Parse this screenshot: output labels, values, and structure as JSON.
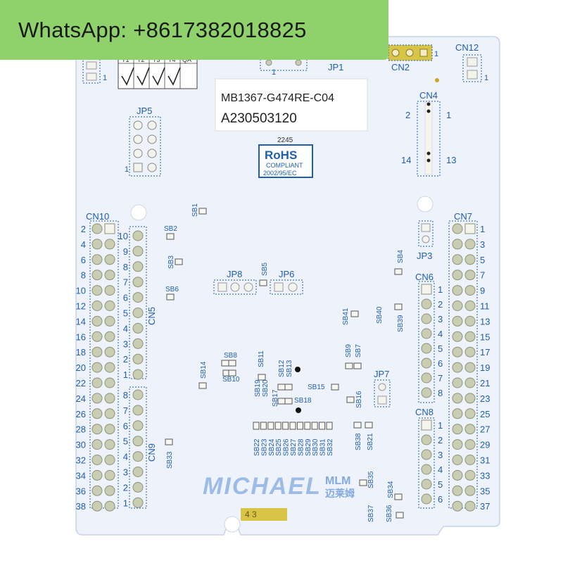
{
  "banner": {
    "text": "WhatsApp: +8617382018825"
  },
  "colors": {
    "board": "#eef2fb",
    "silk": "#1f5fae",
    "pin": "#c9ceb2",
    "header": "#f3f4ec",
    "gold": "#d8c446",
    "banner": "#8fd16b"
  },
  "label_box": {
    "line1": "MB1367-G474RE-C04",
    "line2": "A230503120"
  },
  "rohs": {
    "top": "2245",
    "title": "RoHS",
    "sub": "COMPLIANT",
    "code": "2002/95/EC"
  },
  "qa_box": {
    "headers": [
      "T1",
      "T2",
      "T3",
      "T4",
      "QA"
    ]
  },
  "gold_strip": {
    "text": "4 3"
  },
  "logo": {
    "main": "MICHAEL",
    "side": "MLM",
    "cjk": "迈莱姆"
  },
  "headers": {
    "CN12": "CN12",
    "JP1": "JP1",
    "CN2": "CN2",
    "CN4": "CN4",
    "JP5": "JP5",
    "CN10": "CN10",
    "CN7": "CN7",
    "CN5": "CN5",
    "CN9": "CN9",
    "CN6": "CN6",
    "CN8": "CN8",
    "JP3": "JP3",
    "JP7": "JP7",
    "JP8": "JP8",
    "JP6": "JP6"
  },
  "pin_numbers": {
    "one": "1",
    "cn4_2": "2",
    "cn4_1": "1",
    "cn4_14": "14",
    "cn4_13": "13",
    "cn10_left": [
      "2",
      "4",
      "6",
      "8",
      "10",
      "12",
      "14",
      "16",
      "18",
      "20",
      "22",
      "24",
      "26",
      "28",
      "30",
      "32",
      "34",
      "36",
      "38"
    ],
    "cn7_right": [
      "1",
      "3",
      "5",
      "7",
      "9",
      "11",
      "13",
      "15",
      "17",
      "19",
      "21",
      "23",
      "25",
      "27",
      "29",
      "31",
      "33",
      "35",
      "37"
    ],
    "cn5": [
      "10",
      "9",
      "8",
      "7",
      "6",
      "5",
      "4",
      "3",
      "2",
      "1"
    ],
    "cn9": [
      "8",
      "7",
      "6",
      "5",
      "4",
      "3",
      "2",
      "1"
    ],
    "cn6": [
      "1",
      "2",
      "3",
      "4",
      "5",
      "6",
      "7",
      "8"
    ],
    "cn8": [
      "1",
      "2",
      "3",
      "4",
      "5",
      "6"
    ]
  },
  "solder_bridges": {
    "SB1": "SB1",
    "SB2": "SB2",
    "SB3": "SB3",
    "SB6": "SB6",
    "SB5": "SB5",
    "SB4": "SB4",
    "SB41": "SB41",
    "SB40": "SB40",
    "SB39": "SB39",
    "SB14": "SB14",
    "SB8": "SB8",
    "SB10": "SB10",
    "SB11": "SB11",
    "SB12": "SB12",
    "SB13": "SB13",
    "SB9": "SB9",
    "SB7": "SB7",
    "SB19": "SB19",
    "SB20": "SB20",
    "SB17": "SB17",
    "SB18": "SB18",
    "SB15": "SB15",
    "SB16": "SB16",
    "SB33": "SB33",
    "SB38": "SB38",
    "SB21": "SB21",
    "SB35": "SB35",
    "SB37": "SB37",
    "SB36": "SB36",
    "SB34": "SB34",
    "bottom_row": [
      "SB22",
      "SB23",
      "SB24",
      "SB25",
      "SB26",
      "SB27",
      "SB28",
      "SB29",
      "SB30",
      "SB31",
      "SB32"
    ]
  }
}
